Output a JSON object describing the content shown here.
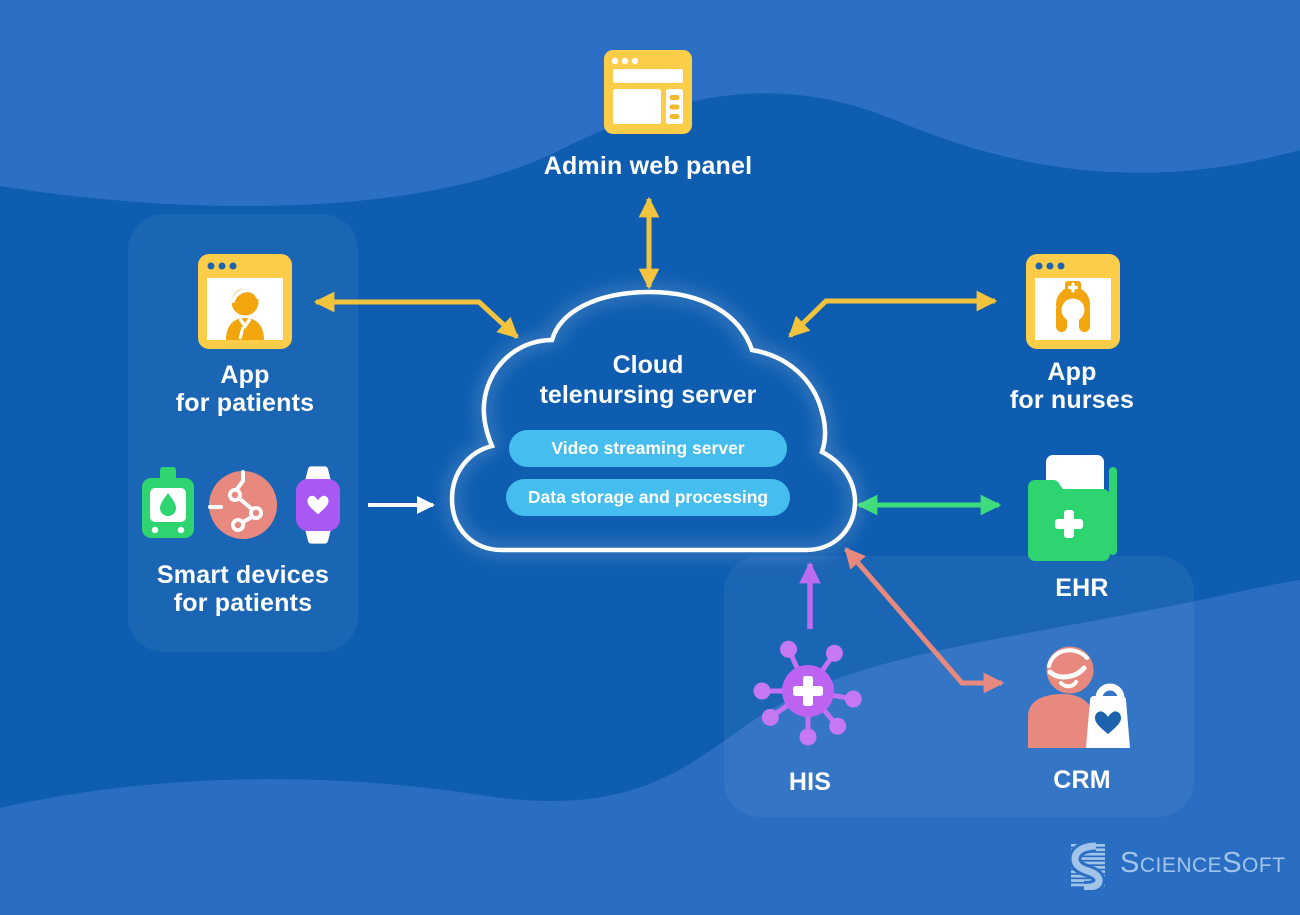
{
  "cloud": {
    "title_line1": "Cloud",
    "title_line2": "telenursing server",
    "services": [
      "Video streaming server",
      "Data storage and processing"
    ]
  },
  "nodes": {
    "admin_web_panel": {
      "label": "Admin web panel",
      "icon": "browser-window-icon"
    },
    "app_for_patients": {
      "line1": "App",
      "line2": "for patients",
      "icon": "browser-patient-icon"
    },
    "smart_devices": {
      "line1": "Smart devices",
      "line2": "for patients",
      "icons": [
        "glucose-meter-icon",
        "sensor-disc-icon",
        "smartwatch-heart-icon"
      ]
    },
    "app_for_nurses": {
      "line1": "App",
      "line2": "for nurses",
      "icon": "browser-nurse-icon"
    },
    "ehr": {
      "label": "EHR",
      "icon": "medical-folder-icon"
    },
    "his": {
      "label": "HIS",
      "icon": "network-cross-icon"
    },
    "crm": {
      "label": "CRM",
      "icon": "customer-bag-icon"
    }
  },
  "branding": {
    "name": "ScienceSoft",
    "parts": [
      "S",
      "cience",
      "S",
      "oft"
    ]
  },
  "colors": {
    "background": "#0E5DB1",
    "wave_light": "#2B70C4",
    "yellow_frame": "#FBCD49",
    "yellow_figure": "#F2A50D",
    "yellow_arrow": "#F2C33C",
    "pill_blue": "#45BDEF",
    "green": "#2ED470",
    "green_arrow": "#3EDC7C",
    "purple": "#BE68F2",
    "watch_purple": "#A958F3",
    "salmon": "#E8897F",
    "dark_blue_accent": "#1D63AE",
    "cloud_outline": "#FFFFFF",
    "logo_blue": "#A3C4E9"
  }
}
